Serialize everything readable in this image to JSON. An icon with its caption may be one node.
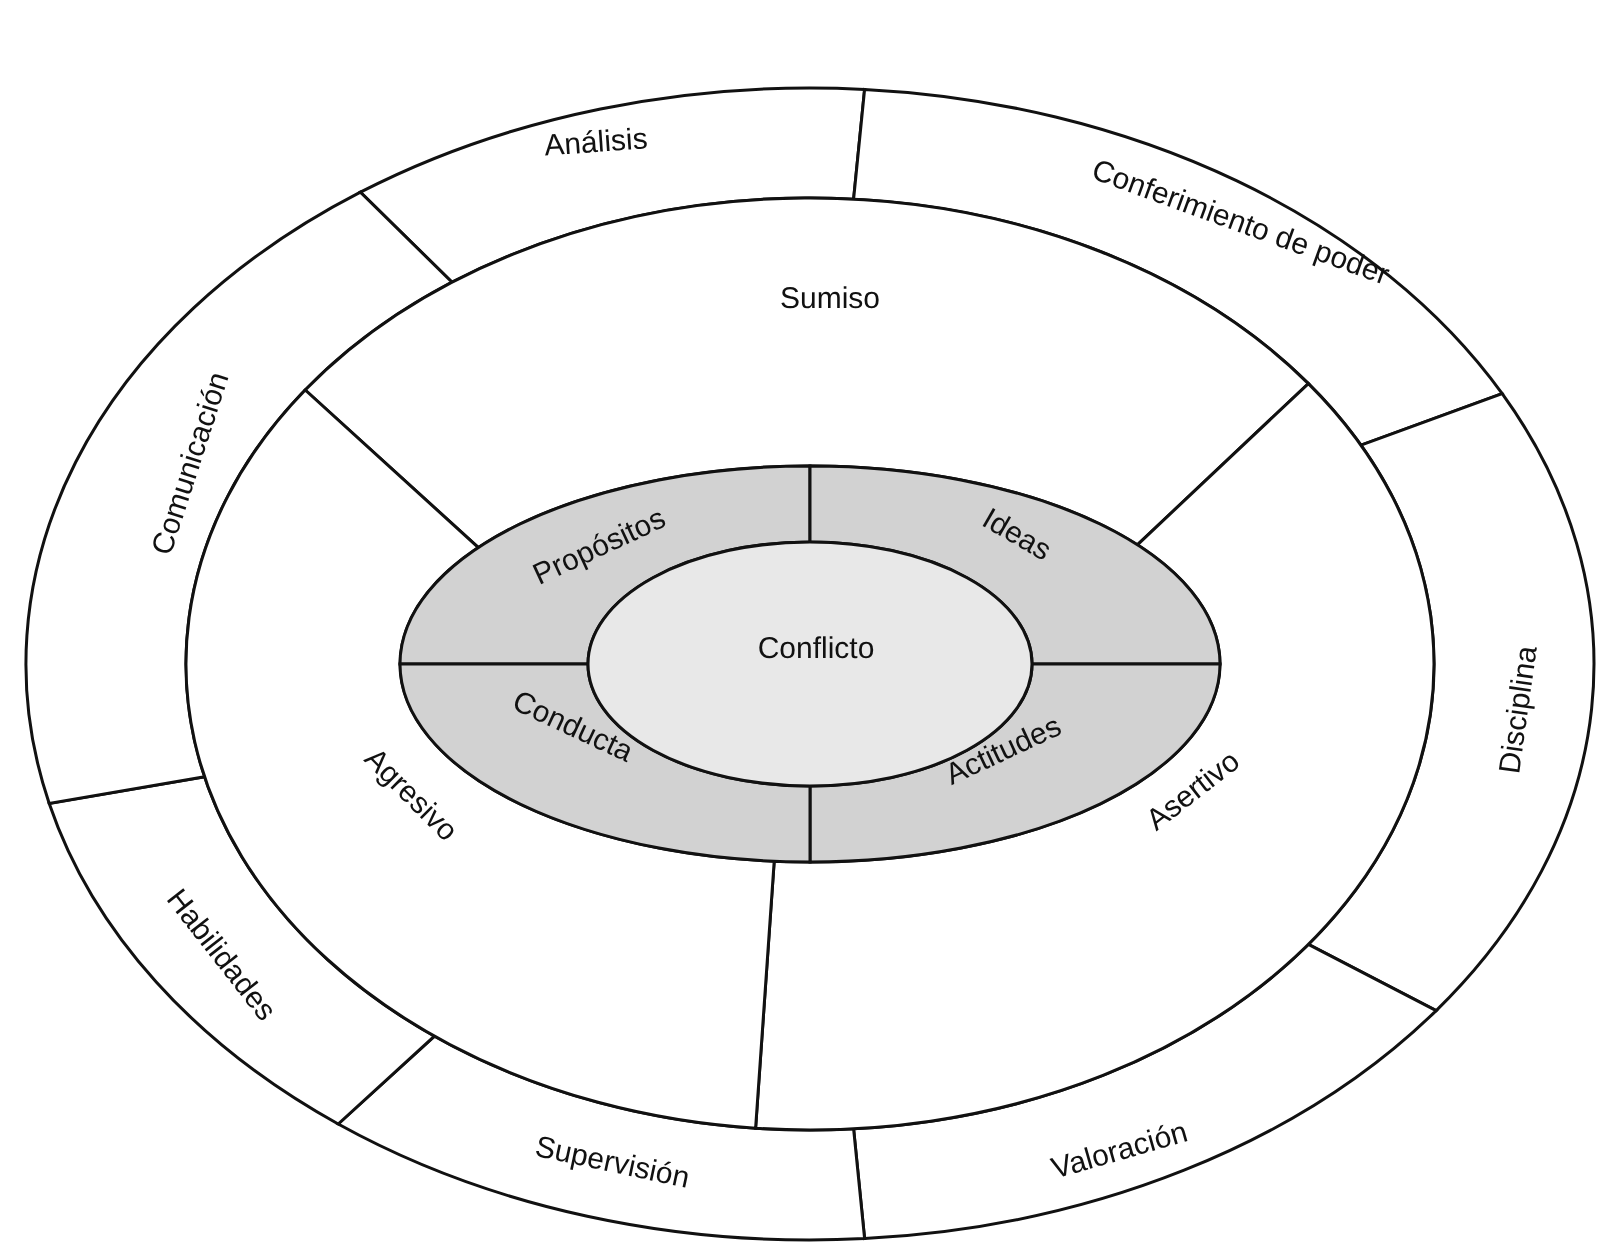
{
  "diagram": {
    "nodes": [
      {
        "text": [
          "Análisis"
        ]
      },
      {
        "text": [
          "Conferimiento de poder"
        ]
      },
      {
        "text": [
          "Disciplina"
        ]
      },
      {
        "text": [
          "Valoración"
        ]
      },
      {
        "text": [
          "Supervisión"
        ]
      },
      {
        "text": [
          "Habilidades"
        ]
      },
      {
        "text": [
          "Comunicación"
        ]
      },
      {
        "text": [
          "Sumiso"
        ]
      },
      {
        "text": [
          "Asertivo"
        ]
      },
      {
        "text": [
          "Agresivo"
        ]
      },
      {
        "text": [
          "Propósitos"
        ]
      },
      {
        "text": [
          "Ideas"
        ]
      },
      {
        "text": [
          "Actitudes"
        ]
      },
      {
        "text": [
          "Conducta"
        ]
      },
      {
        "text": [
          "Conflicto"
        ]
      }
    ],
    "edges": []
  }
}
